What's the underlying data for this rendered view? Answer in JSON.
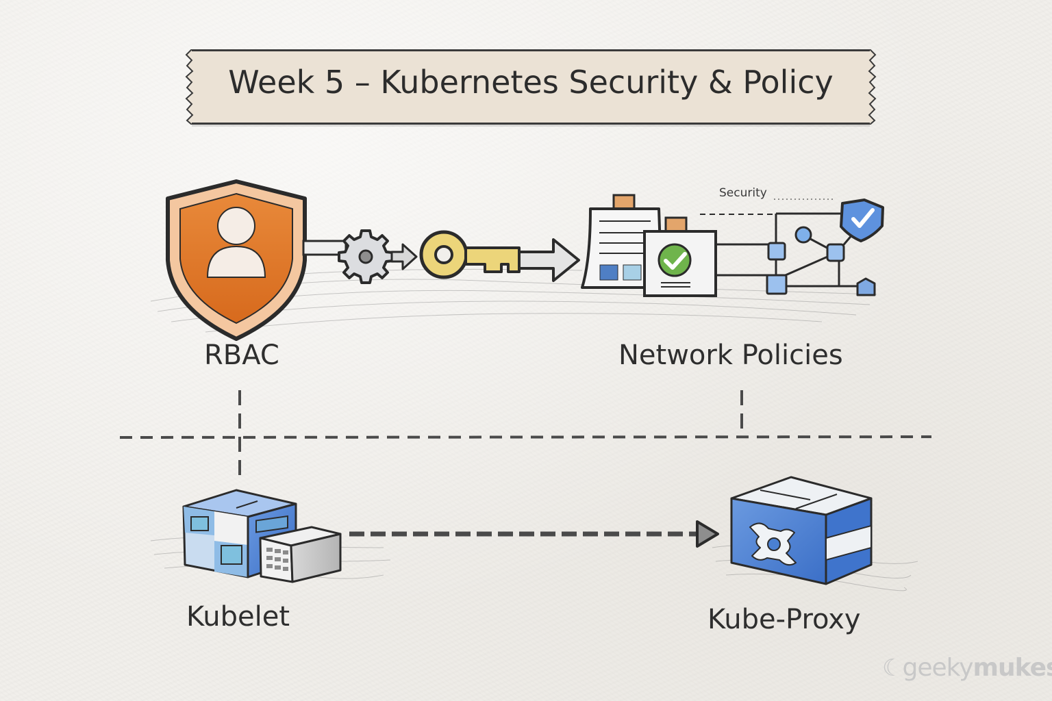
{
  "title": "Week 5 – Kubernetes Security & Policy",
  "sections": {
    "rbac": {
      "label": "RBAC",
      "icon": "shield-user-icon",
      "color": "#e07b2a"
    },
    "network_policies": {
      "label": "Network Policies",
      "icon": "network-graph-icon",
      "color": "#4a7fd0",
      "annotation": "Security"
    },
    "kubelet": {
      "label": "Kubelet",
      "icon": "server-boxes-icon",
      "color": "#3f78cf"
    },
    "kube_proxy": {
      "label": "Kube-Proxy",
      "icon": "proxy-box-icon",
      "color": "#3f78cf"
    }
  },
  "flow": {
    "rbac_chain": [
      "shield-user-icon",
      "gear-icon",
      "key-icon",
      "policy-documents-icon",
      "network-graph-icon"
    ],
    "kubelet_to_proxy": "dashed-arrow"
  },
  "colors": {
    "banner": "#ebe2d5",
    "ink": "#2e2e2e",
    "orange": "#e07b2a",
    "key_yellow": "#ecd57a",
    "check_green": "#6fb44c",
    "blue": "#4a7fd0"
  },
  "watermark": {
    "prefix": "geeky",
    "suffix": "mukesh"
  }
}
